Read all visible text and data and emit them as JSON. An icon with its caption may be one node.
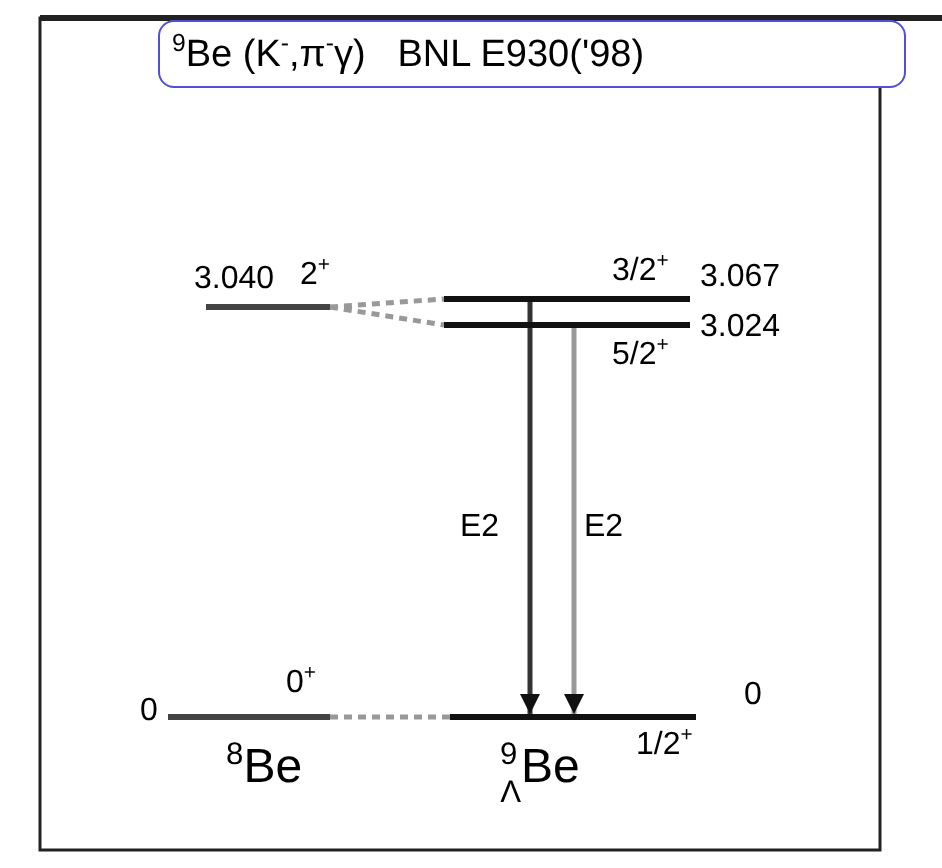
{
  "diagram": {
    "title": "$^{9}$Be (K$^{-}$,π$^{-}$γ)   BNL E930('98)",
    "nodes": [
      {
        "text": [],
        "shape": "bar",
        "beside": [
          "3.040",
          "2$^{+}$"
        ]
      },
      {
        "text": [],
        "shape": "bar",
        "beside": [
          "3/2$^{+}$",
          "3.067"
        ]
      },
      {
        "text": [],
        "shape": "bar",
        "beside": [
          "5/2$^{+}$",
          "3.024"
        ]
      },
      {
        "text": [],
        "shape": "bar",
        "beside": [
          "0",
          "0$^{+}$"
        ]
      },
      {
        "text": [],
        "shape": "bar",
        "beside": [
          "1/2$^{+}$",
          "0"
        ]
      }
    ],
    "edges": [
      {
        "from": 0,
        "to": 1,
        "arrow": "none",
        "style": "dashed",
        "color": "#999999"
      },
      {
        "from": 0,
        "to": 2,
        "arrow": "none",
        "style": "dashed",
        "color": "#999999"
      },
      {
        "from": 1,
        "to": 4,
        "arrow": "to",
        "label": "E2",
        "color": "#333333"
      },
      {
        "from": 2,
        "to": 4,
        "arrow": "to",
        "label": "E2",
        "color": "#999999"
      },
      {
        "from": 3,
        "to": 4,
        "arrow": "none",
        "style": "dashed",
        "color": "#999999"
      }
    ],
    "labels": [
      "$^{8}$Be",
      "$^{9}$$_{Λ}$Be"
    ]
  }
}
